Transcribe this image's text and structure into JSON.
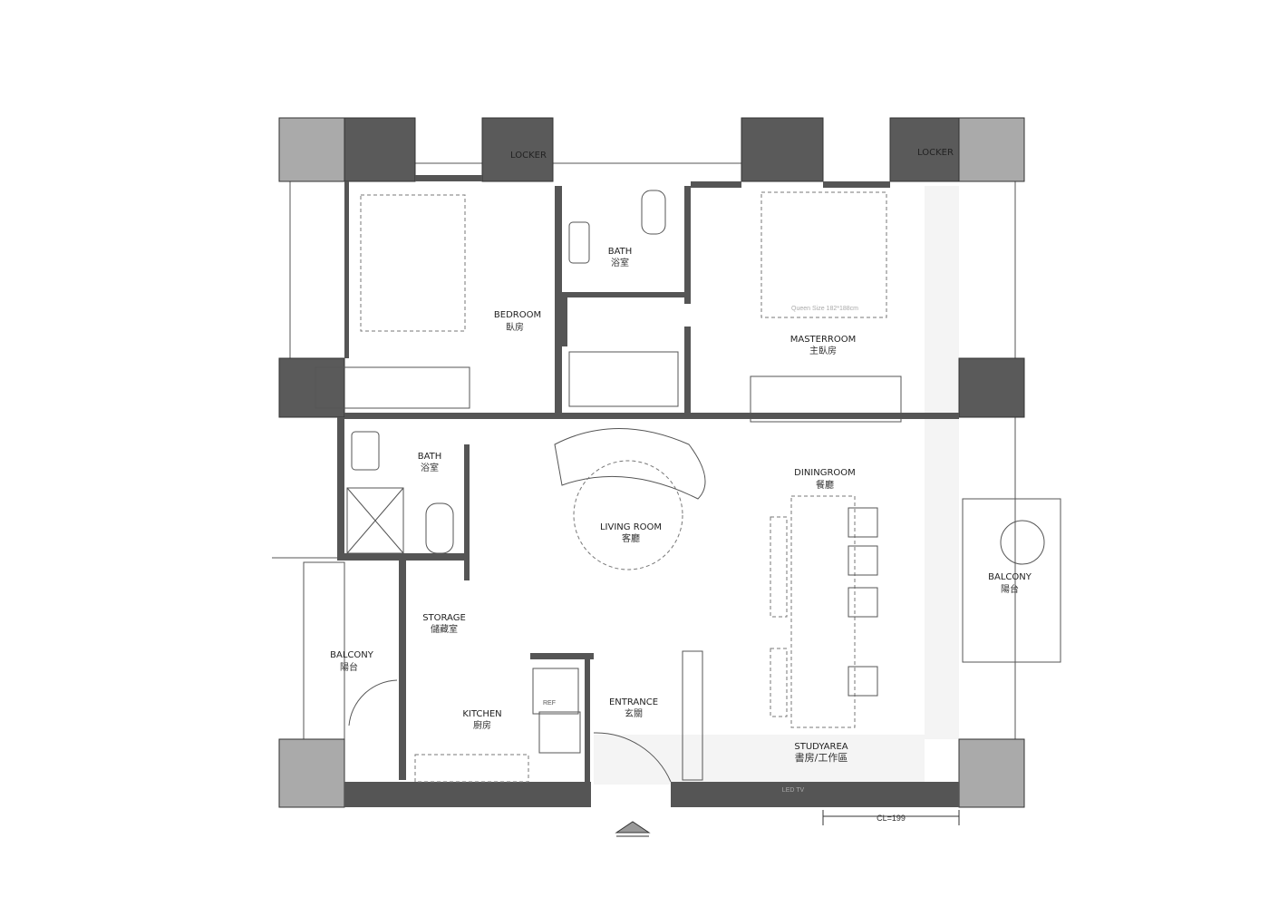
{
  "rooms": {
    "locker_left": "LOCKER",
    "locker_right": "LOCKER",
    "bath_top": {
      "en": "BATH",
      "zh": "浴室"
    },
    "bedroom": {
      "en": "BEDROOM",
      "zh": "臥房"
    },
    "masterroom": {
      "en": "MASTERROOM",
      "zh": "主臥房"
    },
    "bed_note": "Queen Size 182*188cm",
    "bath_left": {
      "en": "BATH",
      "zh": "浴室"
    },
    "diningroom": {
      "en": "DININGROOM",
      "zh": "餐廳"
    },
    "living_room": {
      "en": "LIVING ROOM",
      "zh": "客廳"
    },
    "balcony_right": {
      "en": "BALCONY",
      "zh": "陽台"
    },
    "storage": {
      "en": "STORAGE",
      "zh": "儲藏室"
    },
    "balcony_left": {
      "en": "BALCONY",
      "zh": "陽台"
    },
    "kitchen": {
      "en": "KITCHEN",
      "zh": "廚房"
    },
    "ref": "REF",
    "entrance": {
      "en": "ENTRANCE",
      "zh": "玄關"
    },
    "studyarea": {
      "en": "STUDYAREA",
      "zh": "書房/工作區"
    },
    "led_tv": "LED TV"
  },
  "dimension": "CL=199",
  "colors": {
    "wall": "#555555",
    "column": "#aaaaaa"
  }
}
